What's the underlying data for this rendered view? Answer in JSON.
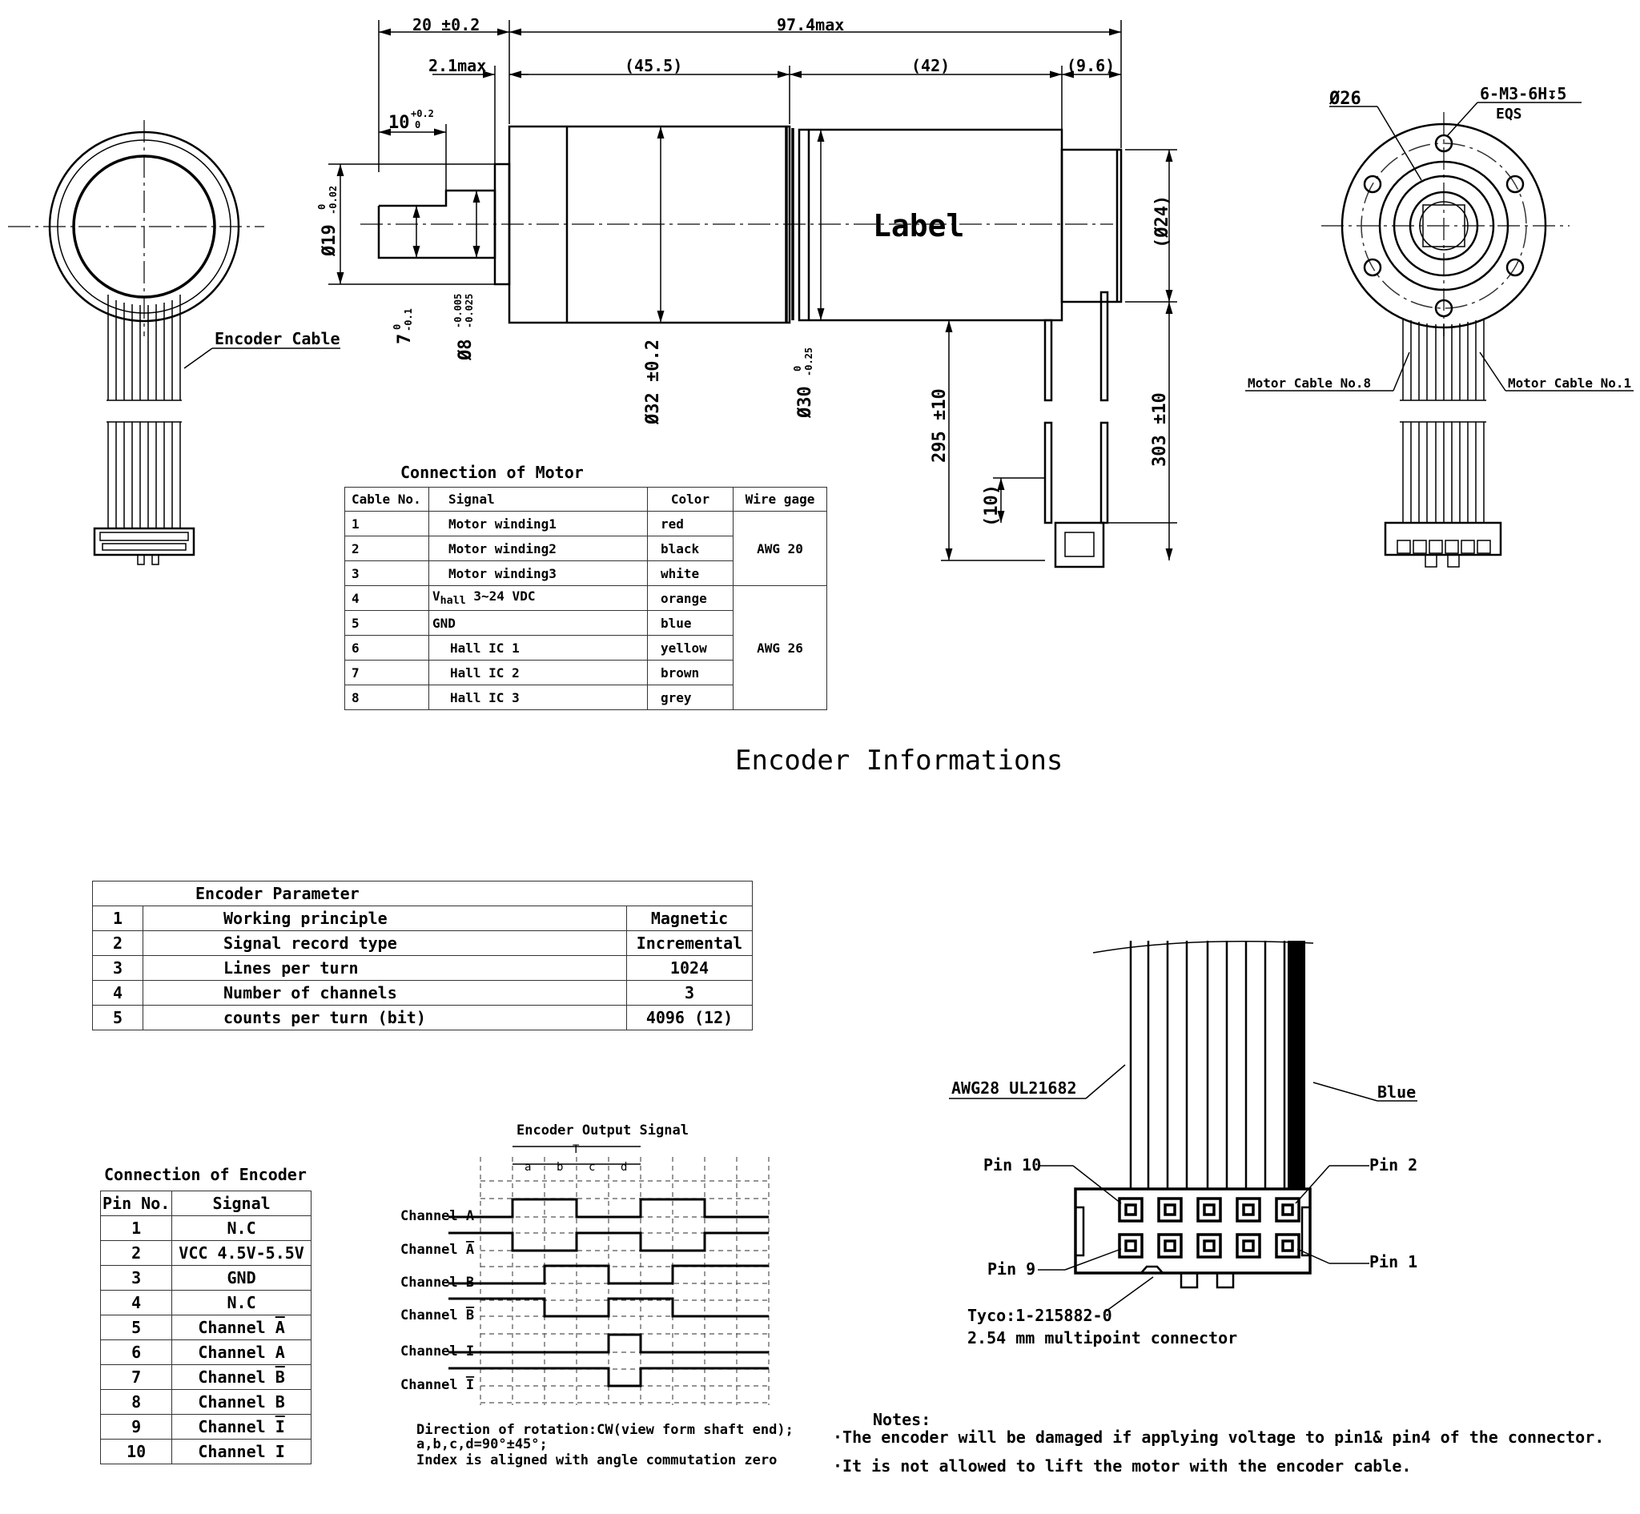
{
  "drawing": {
    "dims": {
      "d1": "20 ±0.2",
      "d2": "97.4max",
      "d3": "2.1max",
      "d4": "(45.5)",
      "d5": "(42)",
      "d6": "(9.6)",
      "d7": "10",
      "d7_tol_top": "+0.2",
      "d7_tol_bot": "0",
      "d8": "Ø19",
      "d8_tol_top": "0",
      "d8_tol_bot": "-0.02",
      "d9": "7",
      "d9_tol_top": "0",
      "d9_tol_bot": "-0.1",
      "d10": "Ø8",
      "d10_tol_top": "-0.005",
      "d10_tol_bot": "-0.025",
      "d11": "Ø32 ±0.2",
      "d12": "Ø30",
      "d12_tol_top": "0",
      "d12_tol_bot": "-0.25",
      "d13": "(Ø24)",
      "d14": "295 ±10",
      "d15": "303 ±10",
      "d16": "(10)",
      "d17": "Ø26",
      "d18": "6-M3-6H↧5",
      "d19": "EQS"
    },
    "labels": {
      "label": "Label",
      "encoder_cable": "Encoder Cable",
      "motor_cable_8": "Motor Cable No.8",
      "motor_cable_1": "Motor Cable No.1"
    }
  },
  "motor_table": {
    "caption": "Connection of Motor",
    "headers": [
      "Cable No.",
      "Signal",
      "Color",
      "Wire gage"
    ],
    "rows": [
      {
        "no": "1",
        "signal": "Motor winding1",
        "color": "red"
      },
      {
        "no": "2",
        "signal": "Motor winding2",
        "color": "black"
      },
      {
        "no": "3",
        "signal": "Motor winding3",
        "color": "white"
      },
      {
        "no": "4",
        "signal_v": "V",
        "signal_sub": "hall",
        "signal": "3~24 VDC",
        "color": "orange"
      },
      {
        "no": "5",
        "signal": "GND",
        "color": "blue"
      },
      {
        "no": "6",
        "signal": "Hall IC 1",
        "color": "yellow"
      },
      {
        "no": "7",
        "signal": "Hall IC 2",
        "color": "brown"
      },
      {
        "no": "8",
        "signal": "Hall IC 3",
        "color": "grey"
      }
    ],
    "gage_a": "AWG 20",
    "gage_b": "AWG 26"
  },
  "encoder_title": "Encoder Informations",
  "encoder_params": {
    "caption": "Encoder Parameter",
    "rows": [
      {
        "no": "1",
        "name": "Working principle",
        "value": "Magnetic"
      },
      {
        "no": "2",
        "name": "Signal record type",
        "value": "Incremental"
      },
      {
        "no": "3",
        "name": "Lines per turn",
        "value": "1024"
      },
      {
        "no": "4",
        "name": "Number of channels",
        "value": "3"
      },
      {
        "no": "5",
        "name": "counts per turn (bit)",
        "value": "4096 (12)"
      }
    ]
  },
  "encoder_conn": {
    "caption": "Connection of Encoder",
    "headers": [
      "Pin No.",
      "Signal"
    ],
    "rows": [
      {
        "no": "1",
        "signal": "N.C"
      },
      {
        "no": "2",
        "signal": "VCC 4.5V-5.5V"
      },
      {
        "no": "3",
        "signal": "GND"
      },
      {
        "no": "4",
        "signal": "N.C"
      },
      {
        "no": "5",
        "signal": "Channel",
        "ch": "A",
        "bar": true
      },
      {
        "no": "6",
        "signal": "Channel",
        "ch": "A",
        "bar": false
      },
      {
        "no": "7",
        "signal": "Channel",
        "ch": "B",
        "bar": true
      },
      {
        "no": "8",
        "signal": "Channel",
        "ch": "B",
        "bar": false
      },
      {
        "no": "9",
        "signal": "Channel",
        "ch": "I",
        "bar": true
      },
      {
        "no": "10",
        "signal": "Channel",
        "ch": "I",
        "bar": false
      }
    ]
  },
  "timing": {
    "title": "Encoder Output Signal",
    "period_label": "T",
    "segments": [
      "a",
      "b",
      "c",
      "d"
    ],
    "channels": [
      {
        "label": "Channel",
        "ch": "A",
        "bar": false,
        "levels": [
          0,
          1,
          1,
          0,
          0,
          1,
          1,
          0
        ]
      },
      {
        "label": "Channel",
        "ch": "A",
        "bar": true,
        "levels": [
          1,
          0,
          0,
          1,
          1,
          0,
          0,
          1
        ]
      },
      {
        "label": "Channel",
        "ch": "B",
        "bar": false,
        "levels": [
          0,
          0,
          1,
          1,
          0,
          0,
          1,
          1
        ]
      },
      {
        "label": "Channel",
        "ch": "B",
        "bar": true,
        "levels": [
          1,
          1,
          0,
          0,
          1,
          1,
          0,
          0
        ]
      },
      {
        "label": "Channel",
        "ch": "I",
        "bar": false,
        "levels": [
          0,
          0,
          0,
          0,
          1,
          0,
          0,
          0
        ]
      },
      {
        "label": "Channel",
        "ch": "I",
        "bar": true,
        "levels": [
          1,
          1,
          1,
          1,
          0,
          1,
          1,
          1
        ]
      }
    ],
    "notes": [
      "Direction of rotation:CW(view form shaft end);",
      "a,b,c,d=90°±45°;",
      "Index is aligned with angle commutation zero"
    ]
  },
  "connector": {
    "cable_spec": "AWG28 UL21682",
    "blue": "Blue",
    "pin10": "Pin 10",
    "pin2": "Pin 2",
    "pin9": "Pin 9",
    "pin1": "Pin 1",
    "part": "Tyco:1-215882-0",
    "desc": "2.54 mm multipoint connector"
  },
  "notes": {
    "title": "Notes:",
    "items": [
      "·The encoder will be damaged if applying voltage to pin1& pin4 of the connector.",
      "·It is not allowed to lift the motor with the encoder cable."
    ]
  }
}
